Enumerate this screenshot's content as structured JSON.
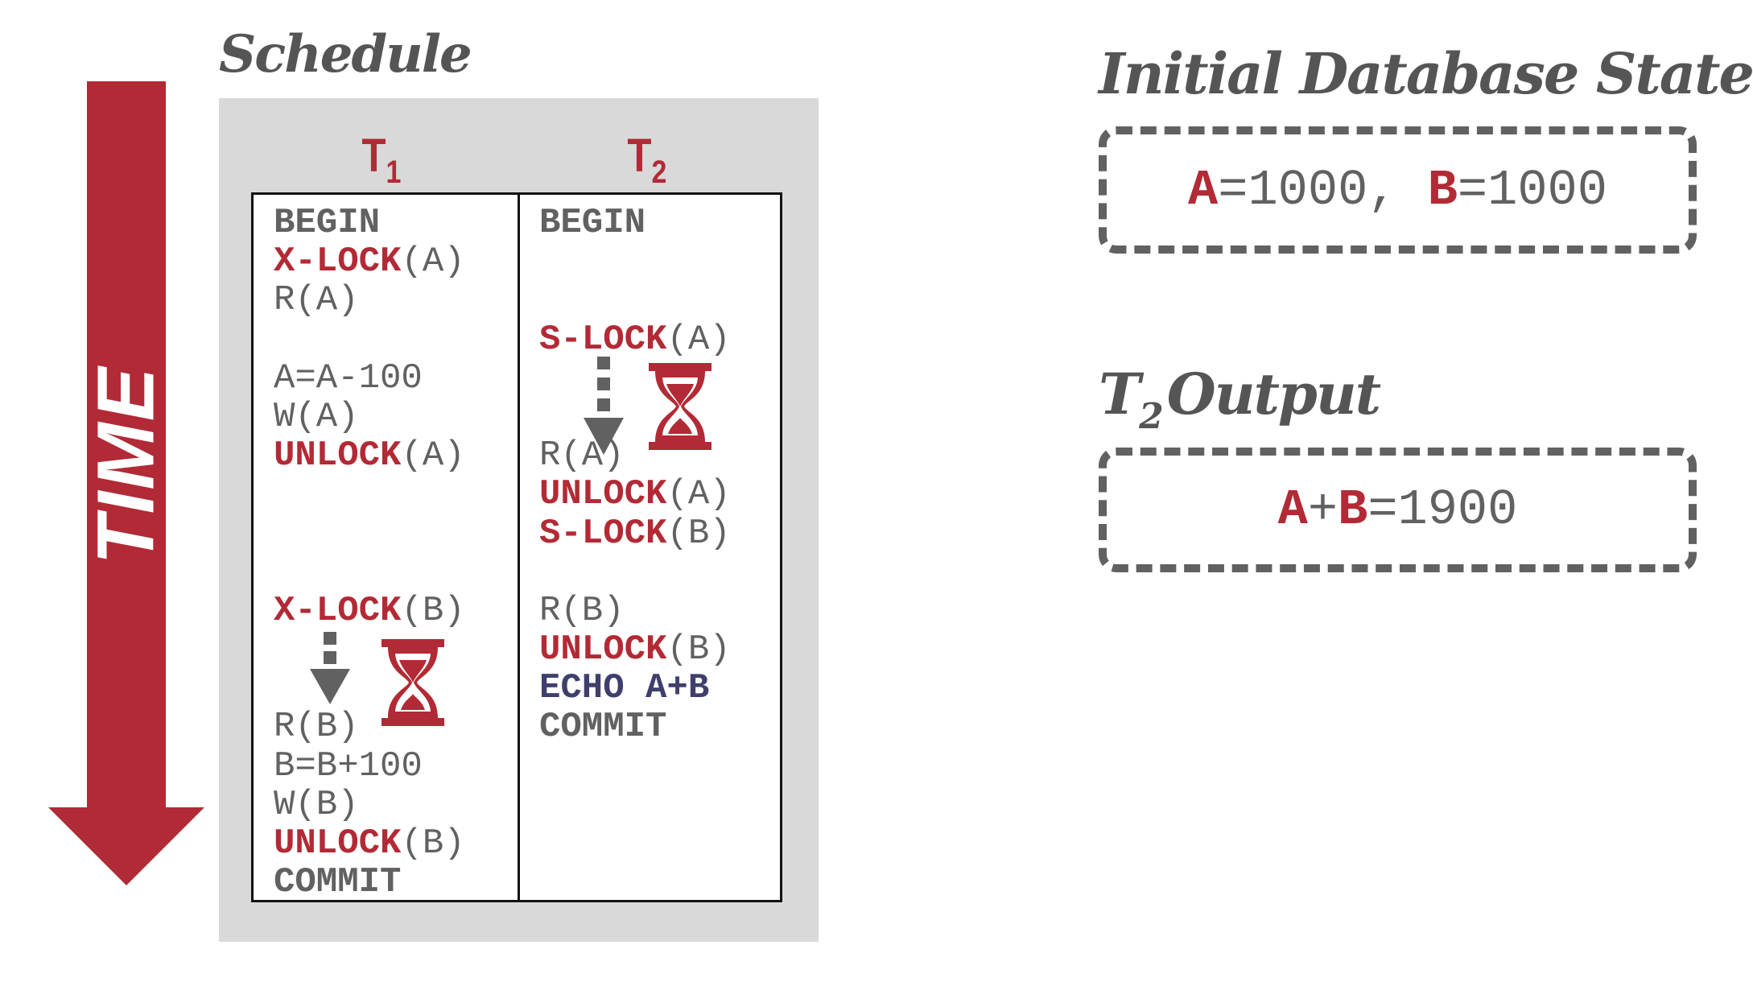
{
  "schedule": {
    "title": "Schedule",
    "t1_label": "T",
    "t1_sub": "1",
    "t2_label": "T",
    "t2_sub": "2",
    "t1_rows": [
      [
        {
          "t": "BEGIN",
          "c": "kw"
        }
      ],
      [
        {
          "t": "X-LOCK",
          "c": "lock"
        },
        {
          "t": "(A)",
          "c": "plain"
        }
      ],
      [
        {
          "t": "R(A)",
          "c": "plain"
        }
      ],
      [],
      [
        {
          "t": "A=A-100",
          "c": "plain"
        }
      ],
      [
        {
          "t": "W(A)",
          "c": "plain"
        }
      ],
      [
        {
          "t": "UNLOCK",
          "c": "lock"
        },
        {
          "t": "(A)",
          "c": "plain"
        }
      ],
      [],
      [],
      [],
      [
        {
          "t": "X-LOCK",
          "c": "lock"
        },
        {
          "t": "(B)",
          "c": "plain"
        }
      ],
      [],
      [],
      [
        {
          "t": "R(B)",
          "c": "plain"
        }
      ],
      [
        {
          "t": "B=B+100",
          "c": "plain"
        }
      ],
      [
        {
          "t": "W(B)",
          "c": "plain"
        }
      ],
      [
        {
          "t": "UNLOCK",
          "c": "lock"
        },
        {
          "t": "(B)",
          "c": "plain"
        }
      ],
      [
        {
          "t": "COMMIT",
          "c": "kw"
        }
      ]
    ],
    "t2_rows": [
      [
        {
          "t": "BEGIN",
          "c": "kw"
        }
      ],
      [],
      [],
      [
        {
          "t": "S-LOCK",
          "c": "lock"
        },
        {
          "t": "(A)",
          "c": "plain"
        }
      ],
      [],
      [],
      [
        {
          "t": "R(A)",
          "c": "plain"
        }
      ],
      [
        {
          "t": "UNLOCK",
          "c": "lock"
        },
        {
          "t": "(A)",
          "c": "plain"
        }
      ],
      [
        {
          "t": "S-LOCK",
          "c": "lock"
        },
        {
          "t": "(B)",
          "c": "plain"
        }
      ],
      [],
      [
        {
          "t": "R(B)",
          "c": "plain"
        }
      ],
      [
        {
          "t": "UNLOCK",
          "c": "lock"
        },
        {
          "t": "(B)",
          "c": "plain"
        }
      ],
      [
        {
          "t": "ECHO A+B",
          "c": "echo"
        }
      ],
      [
        {
          "t": "COMMIT",
          "c": "kw"
        }
      ]
    ]
  },
  "time_label": "TIME",
  "initial_state": {
    "title": "Initial Database State",
    "a_var": "A",
    "a_val": "=1000, ",
    "b_var": "B",
    "b_val": "=1000"
  },
  "output": {
    "title_t": "T",
    "title_sub": "2",
    "title_rest": "Output",
    "a_var": "A",
    "plus": "+",
    "b_var": "B",
    "result": "=1900"
  },
  "icons": {
    "wait": "hourglass-icon",
    "blocked": "dashed-down-arrow-icon"
  },
  "colors": {
    "accent": "#b22a35",
    "text": "#616161",
    "echo": "#3f3f6e",
    "panel": "#d9d9d9"
  }
}
